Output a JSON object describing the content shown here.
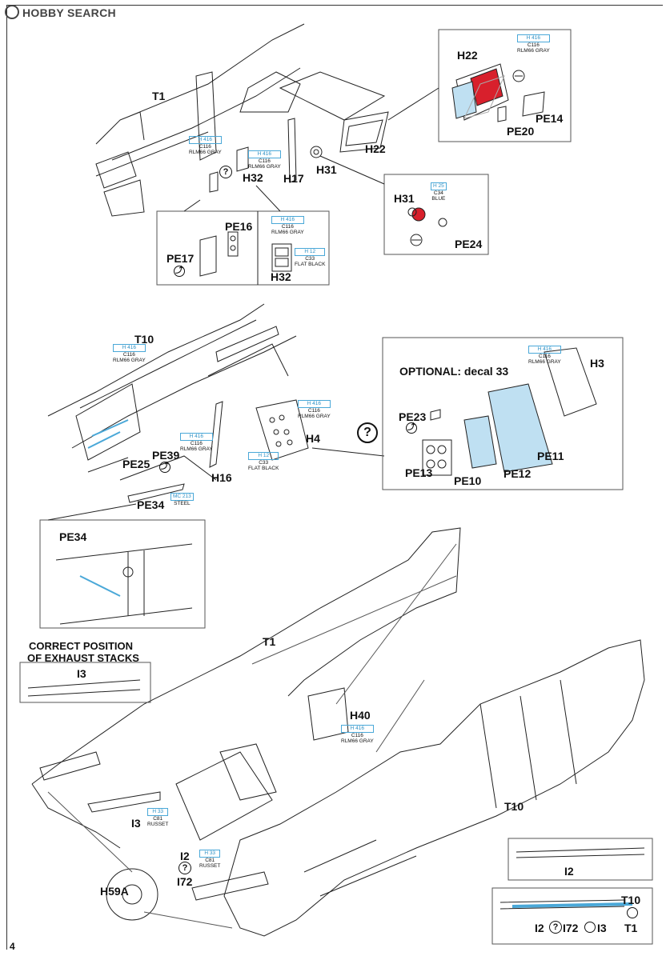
{
  "watermark": "HOBBY SEARCH",
  "page_number": "4",
  "parts": {
    "T1_a": "T1",
    "H22_a": "H22",
    "H22_b": "H22",
    "PE14": "PE14",
    "PE20": "PE20",
    "H17": "H17",
    "H31_a": "H31",
    "H31_b": "H31",
    "H32_a": "H32",
    "H32_b": "H32",
    "PE24": "PE24",
    "PE16": "PE16",
    "PE17": "PE17",
    "T10_a": "T10",
    "H3": "H3",
    "H4": "H4",
    "H16": "H16",
    "PE23": "PE23",
    "PE11": "PE11",
    "PE12": "PE12",
    "PE13": "PE13",
    "PE10": "PE10",
    "PE25": "PE25",
    "PE39": "PE39",
    "PE34_a": "PE34",
    "PE34_b": "PE34",
    "T1_b": "T1",
    "I3_a": "I3",
    "I3_b": "I3",
    "H40": "H40",
    "T10_b": "T10",
    "I2_a": "I2",
    "I72_a": "I72",
    "H59A": "H59A",
    "I2_b": "I2",
    "T10_c": "T10",
    "T1_c": "T1",
    "I2_c": "I2",
    "I72_c": "I72",
    "I3_c": "I3"
  },
  "headings": {
    "optional": "OPTIONAL: decal 33",
    "exhaust_line1": "CORRECT POSITION",
    "exhaust_line2": "OF EXHAUST STACKS"
  },
  "paints": {
    "rlm66": {
      "h": "H 416",
      "c": "C116",
      "n": "RLM66 GRAY"
    },
    "blue": {
      "h": "H 25",
      "c": "C34",
      "n": "BLUE"
    },
    "black": {
      "h": "H 12",
      "c": "C33",
      "n": "FLAT BLACK"
    },
    "steel": {
      "h": "MC 213",
      "n": "STEEL"
    },
    "russet": {
      "h": "H 33",
      "c": "C81",
      "n": "RUSSET"
    }
  },
  "symbols": {
    "question": "?",
    "fold": "⤴"
  },
  "colors": {
    "paint_blue": "#4aa8d8",
    "highlight_red": "#d8202c",
    "fill_blue": "#bfe0f2"
  }
}
